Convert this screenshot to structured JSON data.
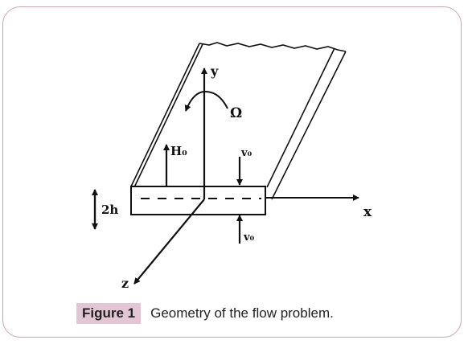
{
  "diagram": {
    "labels": {
      "y": "y",
      "x": "x",
      "z": "z",
      "omega": "Ω",
      "h0": "H₀",
      "v0_top": "v₀",
      "v0_bottom": "v₀",
      "thickness": "2h"
    }
  },
  "caption": {
    "tag": "Figure 1",
    "text": "Geometry of the flow problem."
  },
  "colors": {
    "border": "#c9a3b4",
    "caption_tag_bg": "#e2c6d3",
    "ink": "#111111"
  }
}
